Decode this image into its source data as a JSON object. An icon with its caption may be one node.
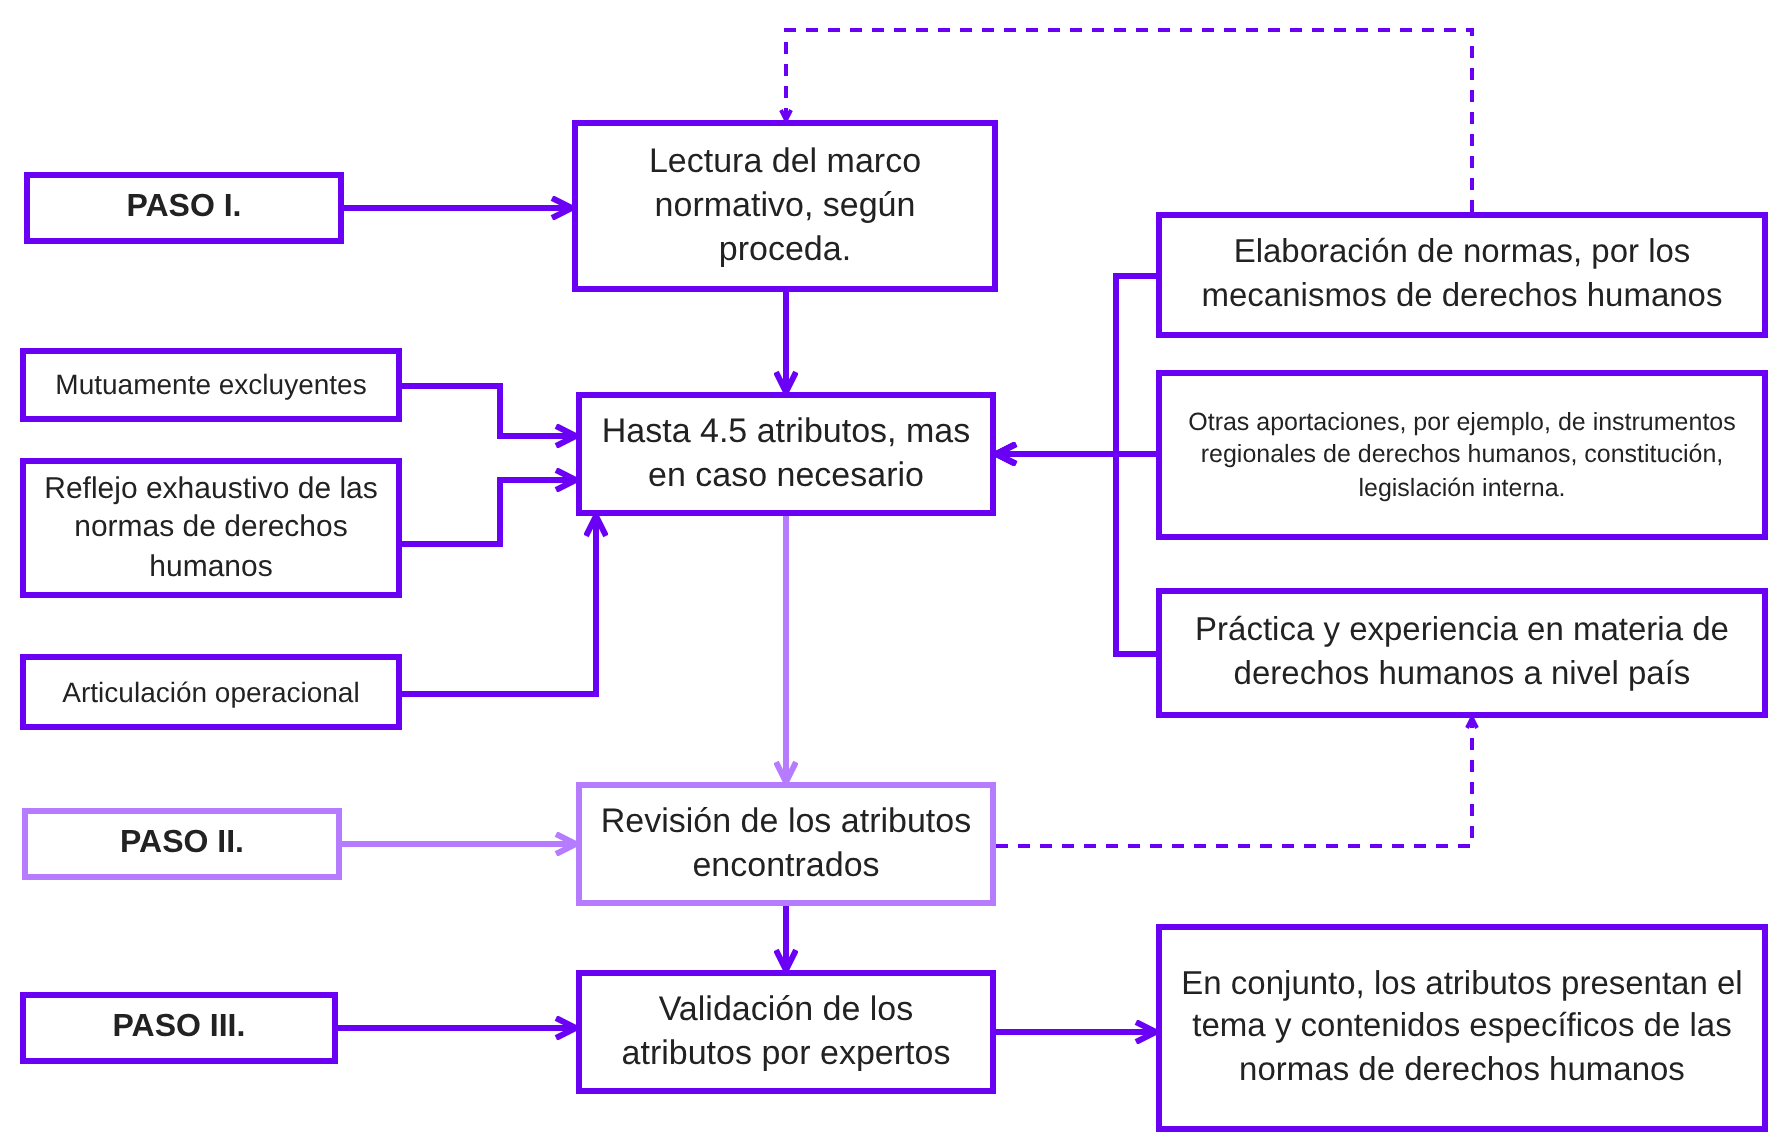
{
  "diagram": {
    "nodes": [
      {
        "text": [
          "PASO I."
        ]
      },
      {
        "text": [
          "Lectura del marco normativo, según proceda."
        ]
      },
      {
        "text": [
          "Mutuamente excluyentes"
        ]
      },
      {
        "text": [
          "Hasta 4.5 atributos, mas en caso necesario"
        ]
      },
      {
        "text": [
          "Reflejo exhaustivo de las normas de derechos humanos"
        ]
      },
      {
        "text": [
          "Elaboración de normas, por los mecanismos de derechos humanos"
        ]
      },
      {
        "text": [
          "Otras aportaciones, por ejemplo, de instrumentos regionales de derechos humanos, constitución, legislación interna."
        ]
      },
      {
        "text": [
          "Práctica y experiencia en materia de derechos humanos a nivel país"
        ]
      },
      {
        "text": [
          "Articulación operacional"
        ]
      },
      {
        "text": [
          "PASO II."
        ]
      },
      {
        "text": [
          "Revisión de los atributos encontrados"
        ]
      },
      {
        "text": [
          "PASO III."
        ]
      },
      {
        "text": [
          "Validación de los atributos por expertos"
        ]
      },
      {
        "text": [
          "En conjunto, los atributos presentan el tema y contenidos específicos de las normas de derechos humanos"
        ]
      }
    ],
    "edges": [
      {
        "from": 0,
        "to": 1,
        "arrow": "to"
      },
      {
        "from": 1,
        "to": 3,
        "arrow": "to"
      },
      {
        "from": 2,
        "to": 3,
        "arrow": "to"
      },
      {
        "from": 4,
        "to": 3,
        "arrow": "to"
      },
      {
        "from": 8,
        "to": 3,
        "arrow": "to"
      },
      {
        "from": 5,
        "to": 3,
        "arrow": "to"
      },
      {
        "from": 6,
        "to": 3,
        "arrow": "to"
      },
      {
        "from": 7,
        "to": 3,
        "arrow": "to"
      },
      {
        "from": 5,
        "to": 1,
        "arrow": "to",
        "style": "dashed"
      },
      {
        "from": 3,
        "to": 10,
        "arrow": "to",
        "color": "#b57cff"
      },
      {
        "from": 9,
        "to": 10,
        "arrow": "to",
        "color": "#b57cff"
      },
      {
        "from": 10,
        "to": 7,
        "arrow": "to",
        "style": "dashed"
      },
      {
        "from": 10,
        "to": 12,
        "arrow": "to"
      },
      {
        "from": 11,
        "to": 12,
        "arrow": "to"
      },
      {
        "from": 12,
        "to": 13,
        "arrow": "to"
      }
    ]
  }
}
